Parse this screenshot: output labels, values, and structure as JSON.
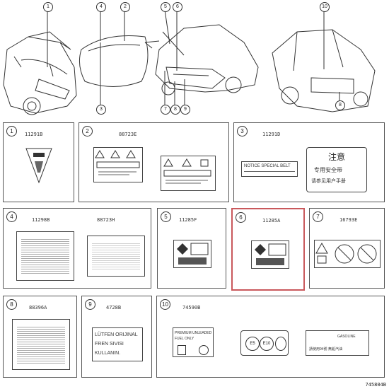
{
  "callouts": [
    "1",
    "2",
    "3",
    "4",
    "5",
    "6",
    "7",
    "8",
    "9",
    "10"
  ],
  "panels": [
    {
      "num": "1",
      "parts": [
        "11291B"
      ]
    },
    {
      "num": "2",
      "parts": [
        "88723E"
      ]
    },
    {
      "num": "3",
      "parts": [
        "11291D"
      ]
    },
    {
      "num": "4",
      "parts": [
        "11298B",
        "88723H"
      ]
    },
    {
      "num": "5",
      "parts": [
        "11285F"
      ]
    },
    {
      "num": "6",
      "parts": [
        "11285A"
      ]
    },
    {
      "num": "7",
      "parts": [
        "16793E"
      ]
    },
    {
      "num": "8",
      "parts": [
        "88396A"
      ]
    },
    {
      "num": "9",
      "parts": [
        "4728B"
      ]
    },
    {
      "num": "10",
      "parts": [
        "74590B"
      ]
    }
  ],
  "label_text": {
    "notice": "NOTICE SPECIAL BELT",
    "zh_title": "注意",
    "zh_line1": "专用安全带",
    "zh_line2": "请参见用户手册",
    "lutfen": [
      "LÜTFEN ORIJINAL",
      "FREN SIVISI",
      "KULLANIN."
    ],
    "premium": [
      "PREMIUM UNLEADED",
      "FUEL ONLY"
    ],
    "e5": "E5",
    "e10": "E10",
    "gasoline": "GASOLINE",
    "zh_fuel": "請使用94號 無鉛汽油"
  },
  "figure_id": "745804B",
  "colors": {
    "highlight": "#c9585c",
    "line": "#444"
  }
}
